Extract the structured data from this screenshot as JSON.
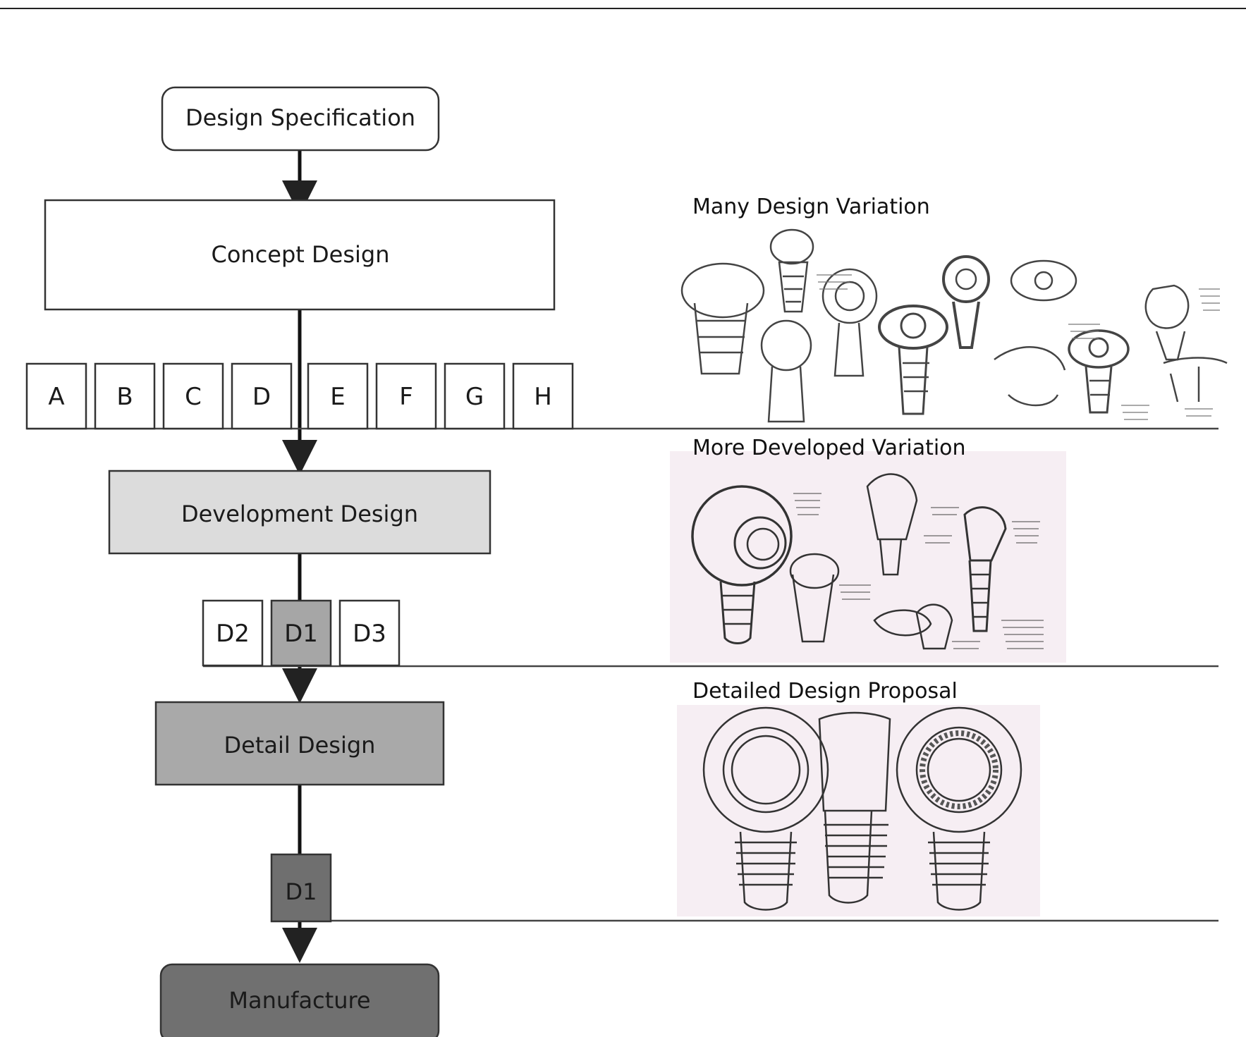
{
  "nodes": {
    "design_specification": "Design Specification",
    "concept_design": "Concept Design",
    "development_design": "Development Design",
    "detail_design": "Detail Design",
    "manufacture": "Manufacture"
  },
  "concept_options": [
    "A",
    "B",
    "C",
    "D",
    "E",
    "F",
    "G",
    "H"
  ],
  "development_options": [
    "D2",
    "D1",
    "D3"
  ],
  "selected_option": "D1",
  "panels": {
    "many": "Many Design Variation",
    "more": "More Developed Variation",
    "detailed": "Detailed Design Proposal"
  },
  "colors": {
    "line": "#222222",
    "box_white": "#ffffff",
    "development_fill": "#dcdcdc",
    "detail_fill": "#a9a9a9",
    "option_selected_fill": "#a6a6a6",
    "final_option_fill": "#6f6f6f",
    "manufacture_fill": "#707070",
    "sketch_paper": "#f6eef3"
  },
  "icons": {
    "sketches_many": "concept-sketches-illustration",
    "sketches_more": "developed-sketches-illustration",
    "sketches_detail": "detail-drawings-illustration"
  }
}
